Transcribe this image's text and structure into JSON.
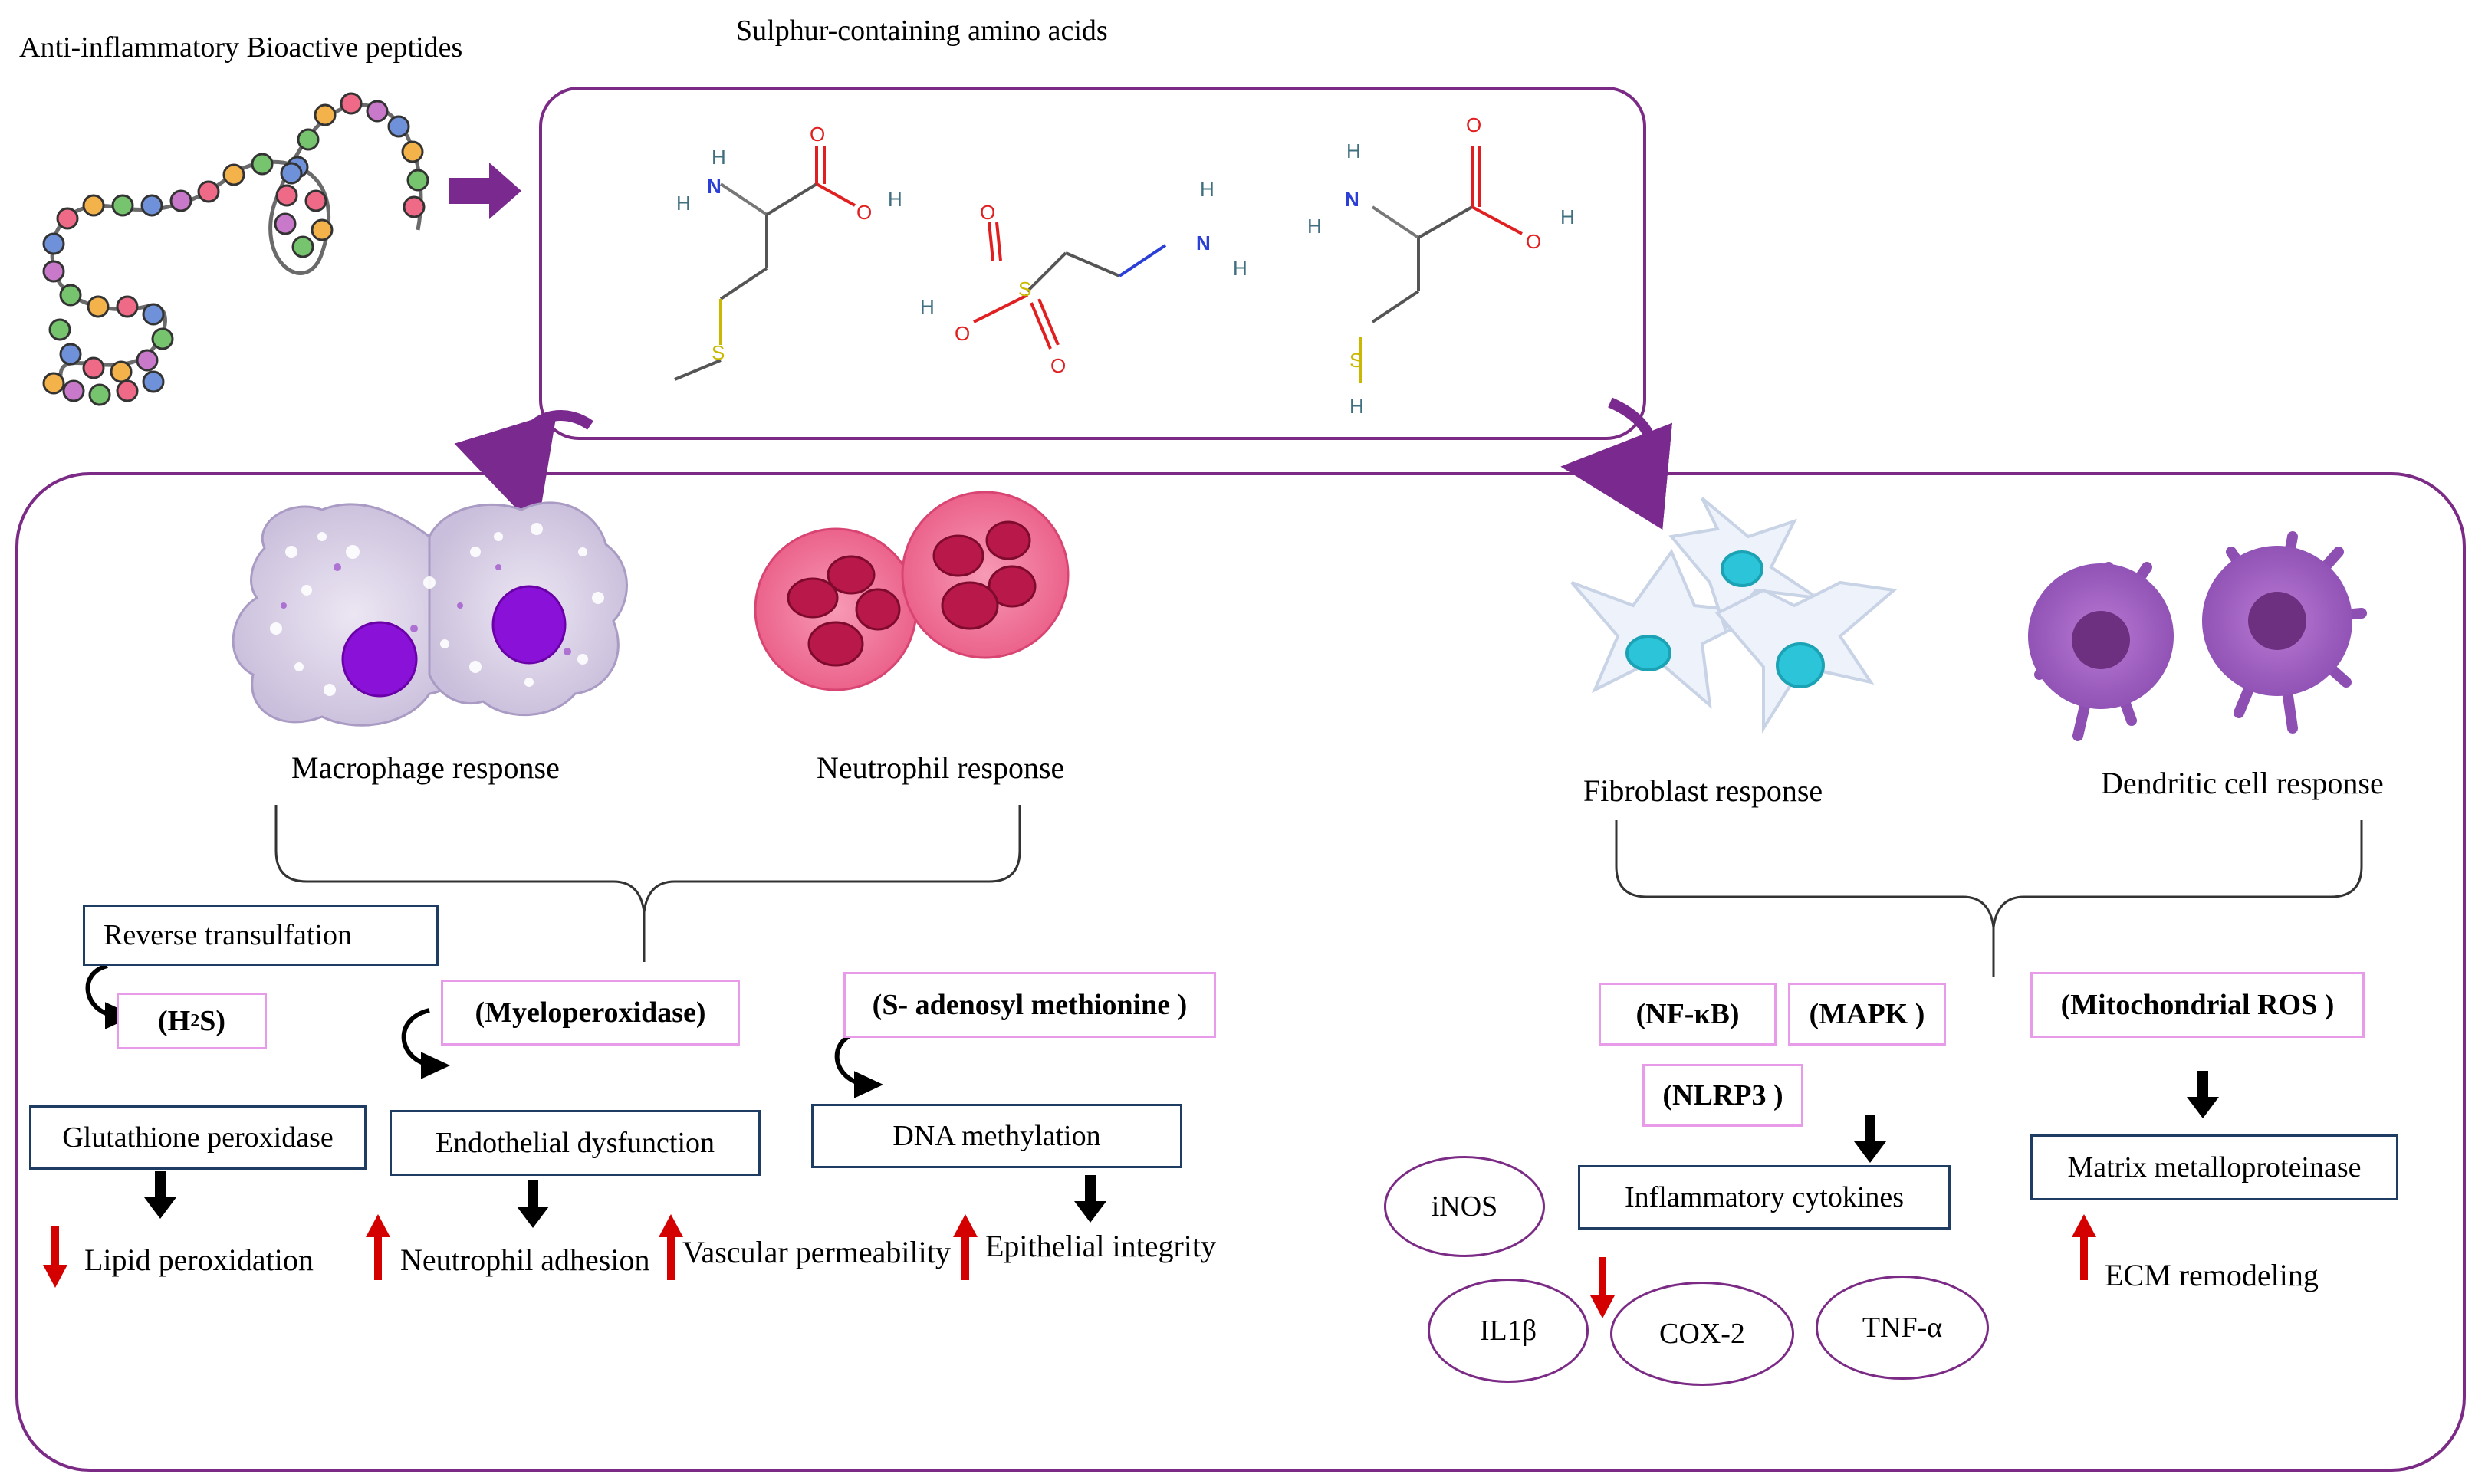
{
  "header": {
    "peptides_label": "Anti-inflammatory Bioactive peptides",
    "amino_acids_label": "Sulphur-containing amino acids"
  },
  "cells": {
    "macrophage": "Macrophage response",
    "neutrophil": "Neutrophil response",
    "fibroblast": "Fibroblast response",
    "dendritic": "Dendritic cell response"
  },
  "left_pathways": {
    "reverse_transulfation": "Reverse transulfation",
    "h2s_main": "(H",
    "h2s_sub": "2",
    "h2s_end": "S)",
    "myeloperoxidase": "(Myeloperoxidase)",
    "sam": "(S- adenosyl methionine )",
    "glutathione": "Glutathione peroxidase",
    "endothelial": "Endothelial dysfunction",
    "dna_methylation": "DNA methylation",
    "lipid_peroxidation": "Lipid peroxidation",
    "neutrophil_adhesion": "Neutrophil adhesion",
    "vascular_permeability": "Vascular permeability",
    "epithelial_integrity": "Epithelial integrity"
  },
  "right_pathways": {
    "nfkb": "(NF-κB)",
    "mapk": "(MAPK )",
    "nlrp3": "(NLRP3 )",
    "mito_ros": "(Mitochondrial ROS )",
    "inflammatory_cytokines": "Inflammatory cytokines",
    "mmp": "Matrix metalloproteinase",
    "ecm": "ECM remodeling",
    "inos": "iNOS",
    "il1b": "IL1β",
    "cox2": "COX-2",
    "tnfa": "TNF-α"
  },
  "atoms": {
    "H": "H",
    "N": "N",
    "O": "O",
    "S": "S"
  },
  "colors": {
    "purple_frame": "#7b2b86",
    "arrow_purple": "#7a2a8e",
    "box_border_blue": "#1f3d63",
    "box_border_pink": "#e79be8",
    "up_arrow_red": "#d40000",
    "nitrogen": "#2b3fd6",
    "oxygen": "#e02020",
    "sulfur": "#c9b800",
    "hydrogen": "#3f6f7f"
  }
}
